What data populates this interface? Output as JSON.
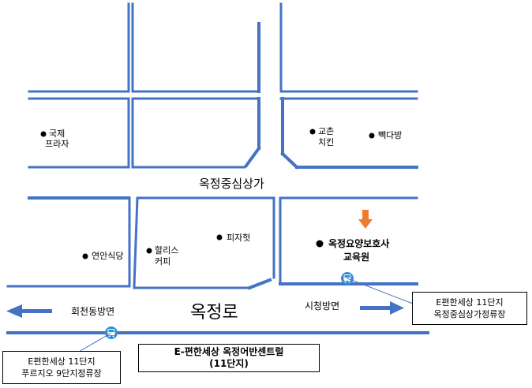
{
  "map": {
    "main_road_name": "옥정로",
    "center_area": "옥정중심상가",
    "places": {
      "gukje_plaza": [
        "국제",
        "프라자"
      ],
      "kyochon_chicken": [
        "교촌",
        "치킨"
      ],
      "paik_dabang": "빽다방",
      "yeonan_sikdang": "연안식당",
      "hollys_coffee": [
        "할리스",
        "커피"
      ],
      "pizza_hut": "피자헛",
      "target": [
        "옥정요양보호사",
        "교육원"
      ]
    },
    "directions": {
      "left": "회천동방면",
      "right": "시청방면"
    },
    "bus_stops": {
      "right": [
        "E편한세상 11단지",
        "옥정중심상가정류장"
      ],
      "left": [
        "E편한세상 11단지",
        "푸르지오 9단지정류장"
      ]
    },
    "terminal": [
      "E-편한세상 옥정어반센트럴",
      "(11단지)"
    ],
    "colors": {
      "road": "#4472c4",
      "target_arrow": "#ed7d31",
      "bus_icon": "#2e8fd6",
      "callout_line": "#4472c4"
    }
  }
}
